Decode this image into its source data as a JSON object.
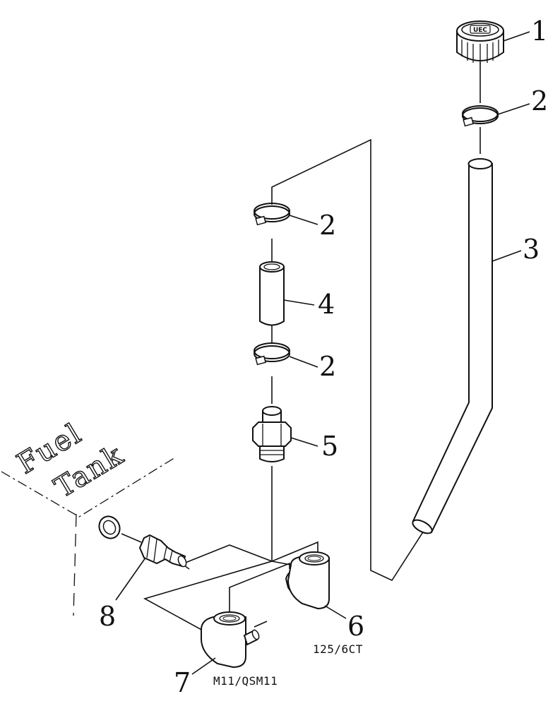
{
  "callouts": {
    "c1": "1",
    "c2a": "2",
    "c2b": "2",
    "c2c": "2",
    "c3": "3",
    "c4": "4",
    "c5": "5",
    "c6": "6",
    "c7": "7",
    "c8": "8"
  },
  "notes": {
    "variant_6": "125/6CT",
    "variant_7": "M11/QSM11"
  },
  "tank_label": {
    "line1": "Fuel",
    "line2": "Tank"
  },
  "cap_logo": "UEC"
}
